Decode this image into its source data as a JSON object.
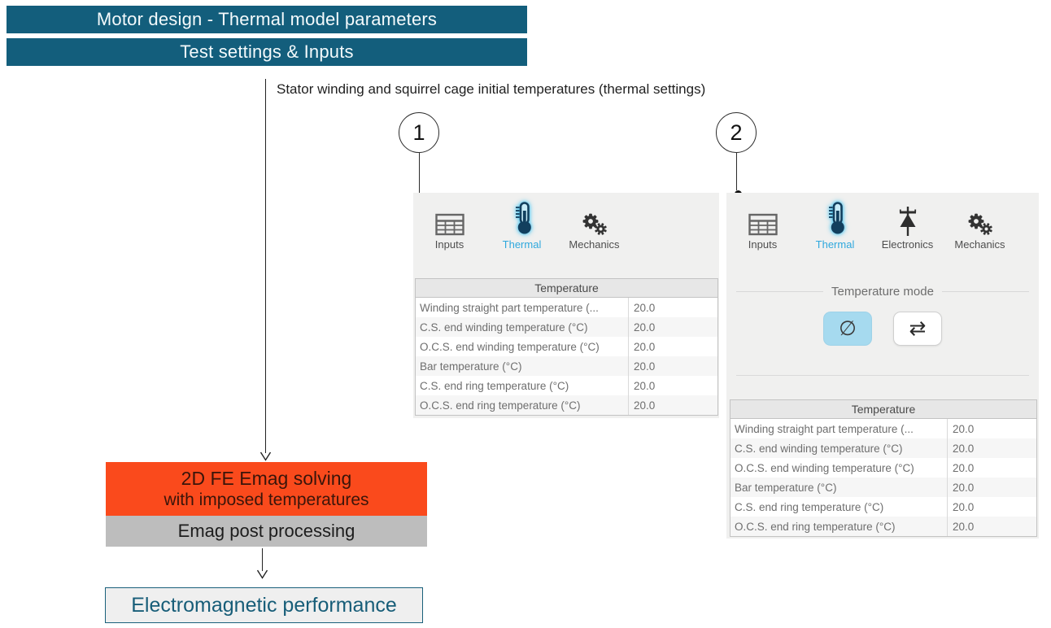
{
  "colors": {
    "banner_teal": "#135E7C",
    "orange": "#FA4A1C",
    "post_gray": "#BDBDBD",
    "result_teal": "#175D78",
    "panel_bg": "#F0F0EF",
    "active_blue": "#2FA8DD",
    "selected_button_bg": "#A6DAEF"
  },
  "banners": {
    "title": "Motor design - Thermal model parameters",
    "subtitle": "Test settings & Inputs"
  },
  "flow": {
    "arrow_label": "Stator winding and squirrel cage initial temperatures (thermal settings)",
    "solve_line1": "2D FE Emag solving",
    "solve_line2": "with imposed temperatures",
    "post_label": "Emag post processing",
    "result_label": "Electromagnetic performance"
  },
  "callouts": {
    "one": "1",
    "two": "2"
  },
  "panel1": {
    "toolbar": [
      {
        "label": "Inputs",
        "icon": "table-icon",
        "active": false
      },
      {
        "label": "Thermal",
        "icon": "thermometer-icon",
        "active": true
      },
      {
        "label": "Mechanics",
        "icon": "gears-icon",
        "active": false
      }
    ],
    "table": {
      "header": "Temperature",
      "rows": [
        {
          "label": "Winding straight part temperature (...",
          "value": "20.0"
        },
        {
          "label": "C.S. end winding temperature (°C)",
          "value": "20.0"
        },
        {
          "label": "O.C.S. end winding temperature (°C)",
          "value": "20.0"
        },
        {
          "label": "Bar temperature (°C)",
          "value": "20.0"
        },
        {
          "label": "C.S. end ring temperature (°C)",
          "value": "20.0"
        },
        {
          "label": "O.C.S. end ring temperature (°C)",
          "value": "20.0"
        }
      ]
    }
  },
  "panel2": {
    "toolbar": [
      {
        "label": "Inputs",
        "icon": "table-icon",
        "active": false
      },
      {
        "label": "Thermal",
        "icon": "thermometer-icon",
        "active": true
      },
      {
        "label": "Electronics",
        "icon": "diode-icon",
        "active": false
      },
      {
        "label": "Mechanics",
        "icon": "gears-icon",
        "active": false
      }
    ],
    "temperature_mode": {
      "label": "Temperature mode",
      "buttons": [
        {
          "name": "none-mode",
          "glyph": "∅",
          "selected": true
        },
        {
          "name": "bidirectional-mode",
          "glyph": "⇄",
          "selected": false
        }
      ]
    },
    "table": {
      "header": "Temperature",
      "rows": [
        {
          "label": "Winding straight part temperature (...",
          "value": "20.0"
        },
        {
          "label": "C.S. end winding temperature (°C)",
          "value": "20.0"
        },
        {
          "label": "O.C.S. end winding temperature (°C)",
          "value": "20.0"
        },
        {
          "label": "Bar temperature (°C)",
          "value": "20.0"
        },
        {
          "label": "C.S. end ring temperature (°C)",
          "value": "20.0"
        },
        {
          "label": "O.C.S. end ring temperature (°C)",
          "value": "20.0"
        }
      ]
    }
  }
}
